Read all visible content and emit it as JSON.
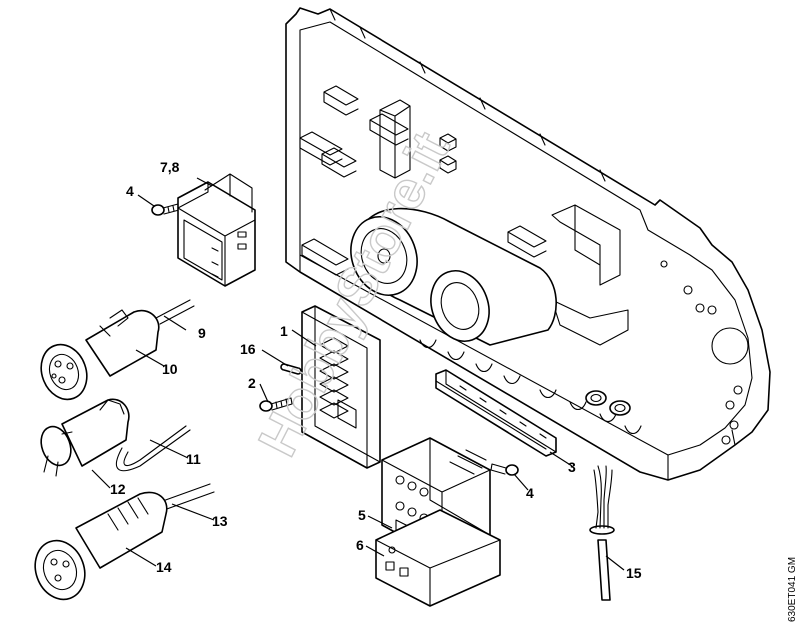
{
  "callouts": {
    "c1": "1",
    "c2": "2",
    "c3": "3",
    "c4a": "4",
    "c4b": "4",
    "c5": "5",
    "c6": "6",
    "c78": "7,8",
    "c9": "9",
    "c10": "10",
    "c11": "11",
    "c12": "12",
    "c13": "13",
    "c14": "14",
    "c15": "15",
    "c16": "16"
  },
  "reference_code": "630ET041 GM",
  "watermark": "HobbyStore.it"
}
